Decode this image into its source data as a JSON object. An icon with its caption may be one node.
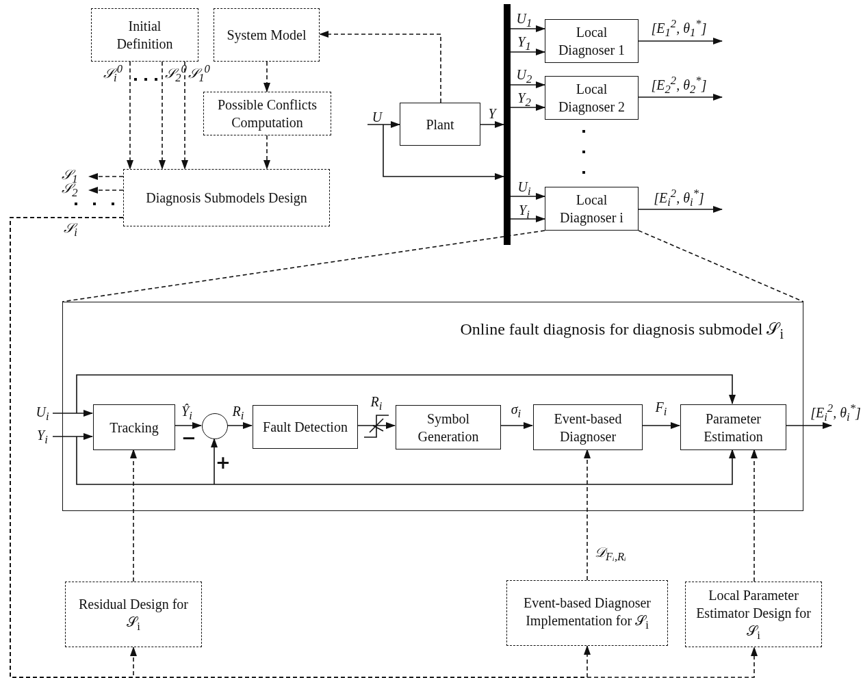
{
  "diagram": {
    "nodes": [
      {
        "text": [
          "Initial Definition"
        ]
      },
      {
        "text": [
          "System Model"
        ]
      },
      {
        "text": [
          "Possible Conflicts Computation"
        ]
      },
      {
        "text": [
          "Diagnosis Submodels Design"
        ]
      },
      {
        "text": [
          "Plant"
        ]
      },
      {
        "text": [],
        "shape": "bar"
      },
      {
        "text": [
          "Local Diagnoser 1"
        ]
      },
      {
        "text": [
          "Local Diagnoser 2"
        ]
      },
      {
        "text": [
          "Local Diagnoser i"
        ]
      },
      {
        "text": [
          "Online fault diagnosis for diagnosis submodel 𝒮$_{i}$"
        ]
      },
      {
        "text": [
          "Tracking"
        ],
        "in": 9
      },
      {
        "text": [],
        "shape": "circle",
        "in": 9
      },
      {
        "text": [
          "Fault Detection"
        ],
        "in": 9
      },
      {
        "text": [
          "Symbol Generation"
        ],
        "in": 9
      },
      {
        "text": [
          "Event-based Diagnoser"
        ],
        "in": 9
      },
      {
        "text": [
          "Parameter Estimation"
        ],
        "in": 9
      },
      {
        "text": [
          "Residual Design for 𝒮$_{i}$"
        ]
      },
      {
        "text": [
          "Event-based Diagnoser Implementation for 𝒮$_{i}$"
        ]
      },
      {
        "text": [
          "Local Parameter Estimator Design for 𝒮$_{i}$"
        ]
      }
    ],
    "edges": [
      {
        "from": 0,
        "to": 3,
        "arrow": "to",
        "style": "dashed",
        "label": "𝒮$_{i}$$^{0}$"
      },
      {
        "from": 0,
        "to": 3,
        "arrow": "to",
        "style": "dashed",
        "label": "𝒮$_{2}$$^{0}$"
      },
      {
        "from": 0,
        "to": 3,
        "arrow": "to",
        "style": "dashed",
        "label": "𝒮$_{1}$$^{0}$"
      },
      {
        "from": 1,
        "to": 2,
        "arrow": "to",
        "style": "dashed"
      },
      {
        "from": 2,
        "to": 3,
        "arrow": "to",
        "style": "dashed"
      },
      {
        "from": 4,
        "to": 1,
        "arrow": "to",
        "style": "dashed"
      },
      {
        "from": 3,
        "to": null,
        "arrow": "to",
        "style": "dashed",
        "label": "𝒮$_{1}$"
      },
      {
        "from": 3,
        "to": null,
        "arrow": "to",
        "style": "dashed",
        "label": "𝒮$_{2}$"
      },
      {
        "from": 3,
        "to": 16,
        "arrow": "to",
        "style": "dashed",
        "label": "𝒮$_{i}$"
      },
      {
        "from": 3,
        "to": 17,
        "arrow": "to",
        "style": "dashed"
      },
      {
        "from": 3,
        "to": 18,
        "arrow": "to",
        "style": "dashed"
      },
      {
        "from": null,
        "to": 4,
        "arrow": "to",
        "label": "U"
      },
      {
        "from": null,
        "to": 5,
        "arrow": "to"
      },
      {
        "from": 4,
        "to": 5,
        "arrow": "to",
        "label": "Y"
      },
      {
        "from": 5,
        "to": 6,
        "arrow": "to",
        "label": "U$_{1}$"
      },
      {
        "from": 5,
        "to": 6,
        "arrow": "to",
        "label": "Y$_{1}$"
      },
      {
        "from": 5,
        "to": 7,
        "arrow": "to",
        "label": "U$_{2}$"
      },
      {
        "from": 5,
        "to": 7,
        "arrow": "to",
        "label": "Y$_{2}$"
      },
      {
        "from": 5,
        "to": 8,
        "arrow": "to",
        "label": "U$_{i}$"
      },
      {
        "from": 5,
        "to": 8,
        "arrow": "to",
        "label": "Y$_{i}$"
      },
      {
        "from": 6,
        "to": null,
        "arrow": "to",
        "label": "[E$_{1}$$^{2}$, θ$_{1}$$^{*}$]"
      },
      {
        "from": 7,
        "to": null,
        "arrow": "to",
        "label": "[E$_{2}$$^{2}$, θ$_{2}$$^{*}$]"
      },
      {
        "from": 8,
        "to": null,
        "arrow": "to",
        "label": "[E$_{i}$$^{2}$, θ$_{i}$$^{*}$]"
      },
      {
        "from": 8,
        "to": 9,
        "arrow": "none",
        "style": "dashed"
      },
      {
        "from": 8,
        "to": 9,
        "arrow": "none",
        "style": "dashed"
      },
      {
        "from": null,
        "to": 10,
        "arrow": "to",
        "label": "U$_{i}$"
      },
      {
        "from": null,
        "to": 10,
        "arrow": "to",
        "label": "Y$_{i}$"
      },
      {
        "from": null,
        "to": 15,
        "arrow": "to"
      },
      {
        "from": null,
        "to": 15,
        "arrow": "to"
      },
      {
        "from": null,
        "to": 11,
        "arrow": "to"
      },
      {
        "from": 10,
        "to": 11,
        "arrow": "to",
        "label": "Ŷ$_{i}$"
      },
      {
        "from": 11,
        "to": 12,
        "arrow": "to",
        "label": "R$_{i}$"
      },
      {
        "from": 12,
        "to": 13,
        "arrow": "to",
        "label": "R$_{i}$"
      },
      {
        "from": 13,
        "to": 14,
        "arrow": "to",
        "label": "σ$_{i}$"
      },
      {
        "from": 14,
        "to": 15,
        "arrow": "to",
        "label": "F$_{i}$"
      },
      {
        "from": 15,
        "to": null,
        "arrow": "to",
        "label": "[E$_{i}$$^{2}$, θ$_{i}$$^{*}$]"
      },
      {
        "from": 16,
        "to": 10,
        "arrow": "to",
        "style": "dashed"
      },
      {
        "from": 17,
        "to": 14,
        "arrow": "to",
        "style": "dashed",
        "label": "𝒟$_{Fᵢ,Rᵢ}$"
      },
      {
        "from": 18,
        "to": 15,
        "arrow": "to",
        "style": "dashed"
      }
    ],
    "labels": [
      "−",
      "+"
    ]
  }
}
